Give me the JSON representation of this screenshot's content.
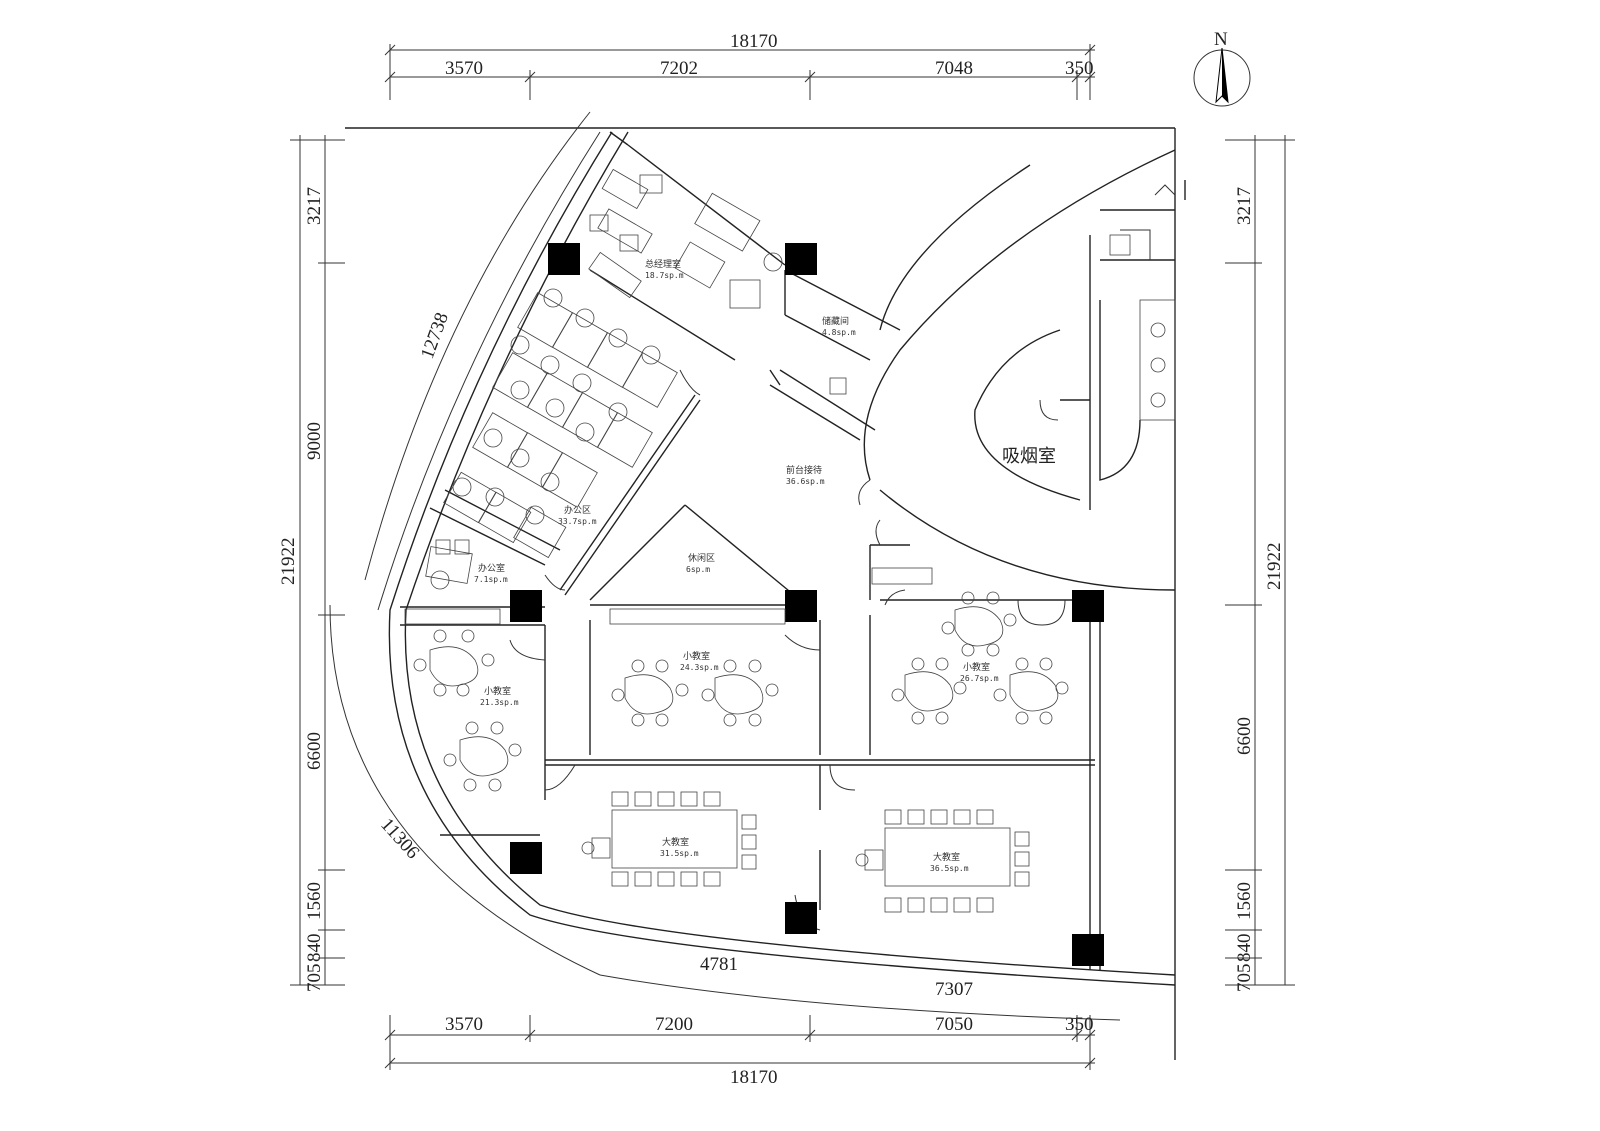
{
  "compass": {
    "label": "N"
  },
  "dimensions": {
    "top_total": "18170",
    "top_segments": [
      "3570",
      "7202",
      "7048",
      "350"
    ],
    "bottom_total": "18170",
    "bottom_segments": [
      "3570",
      "7200",
      "7050",
      "350"
    ],
    "left_total": "21922",
    "left_segments": [
      "3217",
      "9000",
      "6600",
      "1560",
      "840",
      "705"
    ],
    "right_total": "21922",
    "right_segments": [
      "3217",
      "6600",
      "1560",
      "840",
      "705"
    ],
    "arc_outer_top": "12738",
    "arc_outer_bottom": "11306",
    "arc_bottom_1": "4781",
    "arc_bottom_2": "7307"
  },
  "rooms": [
    {
      "id": "gm-office",
      "name": "总经理室",
      "area": "18.7sp.m"
    },
    {
      "id": "storage",
      "name": "储藏间",
      "area": "4.8sp.m"
    },
    {
      "id": "reception",
      "name": "前台接待",
      "area": "36.6sp.m"
    },
    {
      "id": "office-area",
      "name": "办公区",
      "area": "33.7sp.m"
    },
    {
      "id": "office",
      "name": "办公室",
      "area": "7.1sp.m"
    },
    {
      "id": "lounge",
      "name": "休闲区",
      "area": "6sp.m"
    },
    {
      "id": "small-class-1",
      "name": "小教室",
      "area": "21.3sp.m"
    },
    {
      "id": "small-class-2",
      "name": "小教室",
      "area": "24.3sp.m"
    },
    {
      "id": "small-class-3",
      "name": "小教室",
      "area": "26.7sp.m"
    },
    {
      "id": "large-class-1",
      "name": "大教室",
      "area": "31.5sp.m"
    },
    {
      "id": "large-class-2",
      "name": "大教室",
      "area": "36.5sp.m"
    },
    {
      "id": "smoking",
      "name": "吸烟室"
    }
  ]
}
